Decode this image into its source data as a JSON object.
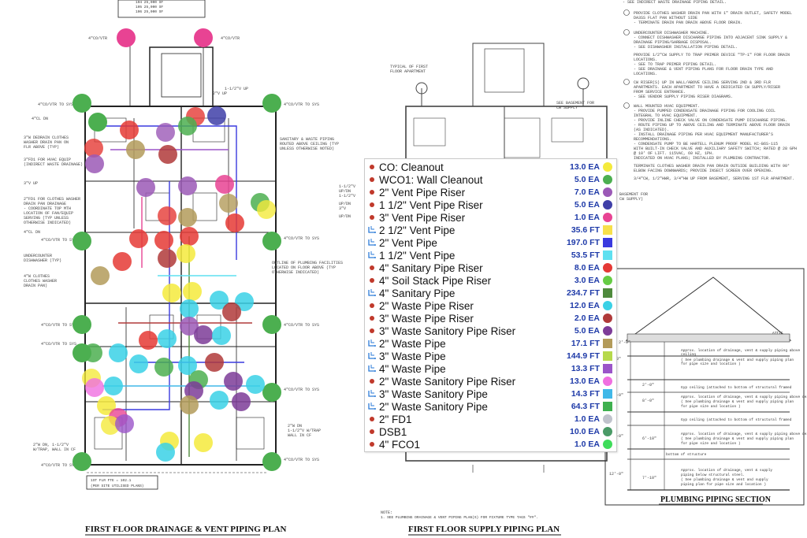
{
  "drawing": {
    "left_title": "FIRST FLOOR DRAINAGE & VENT PIPING PLAN",
    "middle_title": "FIRST FLOOR SUPPLY PIPING PLAN",
    "section_title": "PLUMBING PIPING SECTION",
    "fixture_box": "1ST FLR FTE = 102.1\n(PER SITE UTILISED PLANS)",
    "typical_label": "TYPICAL OF FIRST\nFLOOR APARTMENT"
  },
  "legend": {
    "items": [
      {
        "label": "CO: Cleanout",
        "qty": "13.0 EA",
        "marker": "dot",
        "color": "#f4ea3c",
        "shape": "circle"
      },
      {
        "label": "WCO1: Wall Cleanout",
        "qty": "5.0 EA",
        "marker": "dot",
        "color": "#4caf50",
        "shape": "circle"
      },
      {
        "label": "2\" Vent Pipe Riser",
        "qty": "7.0 EA",
        "marker": "dot",
        "color": "#9b59b6",
        "shape": "circle"
      },
      {
        "label": "1 1/2\" Vent Pipe Riser",
        "qty": "5.0 EA",
        "marker": "dot",
        "color": "#3f3fa8",
        "shape": "circle"
      },
      {
        "label": "3\" Vent Pipe Riser",
        "qty": "1.0 EA",
        "marker": "dot",
        "color": "#e84393",
        "shape": "circle"
      },
      {
        "label": "2 1/2\" Vent Pipe",
        "qty": "35.6 FT",
        "marker": "pipe",
        "color": "#f7e04a",
        "shape": "square"
      },
      {
        "label": "2\" Vent Pipe",
        "qty": "197.0 FT",
        "marker": "pipe",
        "color": "#3a3adf",
        "shape": "square"
      },
      {
        "label": "1 1/2\" Vent Pipe",
        "qty": "53.5 FT",
        "marker": "pipe",
        "color": "#5ee0f0",
        "shape": "square"
      },
      {
        "label": "4\" Sanitary Pipe Riser",
        "qty": "8.0 EA",
        "marker": "dot",
        "color": "#e53935",
        "shape": "circle"
      },
      {
        "label": "4\" Soil Stack Pipe Riser",
        "qty": "3.0 EA",
        "marker": "dot",
        "color": "#66cc44",
        "shape": "circle"
      },
      {
        "label": "4\" Sanitary Pipe",
        "qty": "234.7 FT",
        "marker": "pipe",
        "color": "#4f8a3c",
        "shape": "square"
      },
      {
        "label": "2\" Waste Pipe Riser",
        "qty": "12.0 EA",
        "marker": "dot",
        "color": "#3ad1e6",
        "shape": "circle"
      },
      {
        "label": "3\" Waste Pipe Riser",
        "qty": "2.0 EA",
        "marker": "dot",
        "color": "#b03a3a",
        "shape": "circle"
      },
      {
        "label": "3\" Waste Sanitory Pipe Riser",
        "qty": "5.0 EA",
        "marker": "dot",
        "color": "#7d3c98",
        "shape": "circle"
      },
      {
        "label": "2\" Waste Pipe",
        "qty": "17.1 FT",
        "marker": "pipe",
        "color": "#b39b5a",
        "shape": "square"
      },
      {
        "label": "3\" Waste Pipe",
        "qty": "144.9 FT",
        "marker": "pipe",
        "color": "#b6d94c",
        "shape": "square"
      },
      {
        "label": "4\" Waste Pipe",
        "qty": "13.3 FT",
        "marker": "pipe",
        "color": "#9b55c9",
        "shape": "square"
      },
      {
        "label": "2\" Waste Sanitory Pipe Riser",
        "qty": "13.0 EA",
        "marker": "dot",
        "color": "#f06fe0",
        "shape": "circle"
      },
      {
        "label": "3\" Waste Sanitory Pipe",
        "qty": "14.3 FT",
        "marker": "pipe",
        "color": "#40b8e8",
        "shape": "square"
      },
      {
        "label": "2\" Waste Sanitory Pipe",
        "qty": "64.3 FT",
        "marker": "pipe",
        "color": "#3fb04f",
        "shape": "square"
      },
      {
        "label": "2\" FD1",
        "qty": "1.0 EA",
        "marker": "dot",
        "color": "#c0c3cc",
        "shape": "circle"
      },
      {
        "label": "DSB1",
        "qty": "10.0 EA",
        "marker": "dot",
        "color": "#4a9a66",
        "shape": "circle"
      },
      {
        "label": "4\" FCO1",
        "qty": "1.0 EA",
        "marker": "dot",
        "color": "#3fdc5a",
        "shape": "circle"
      }
    ]
  }
}
